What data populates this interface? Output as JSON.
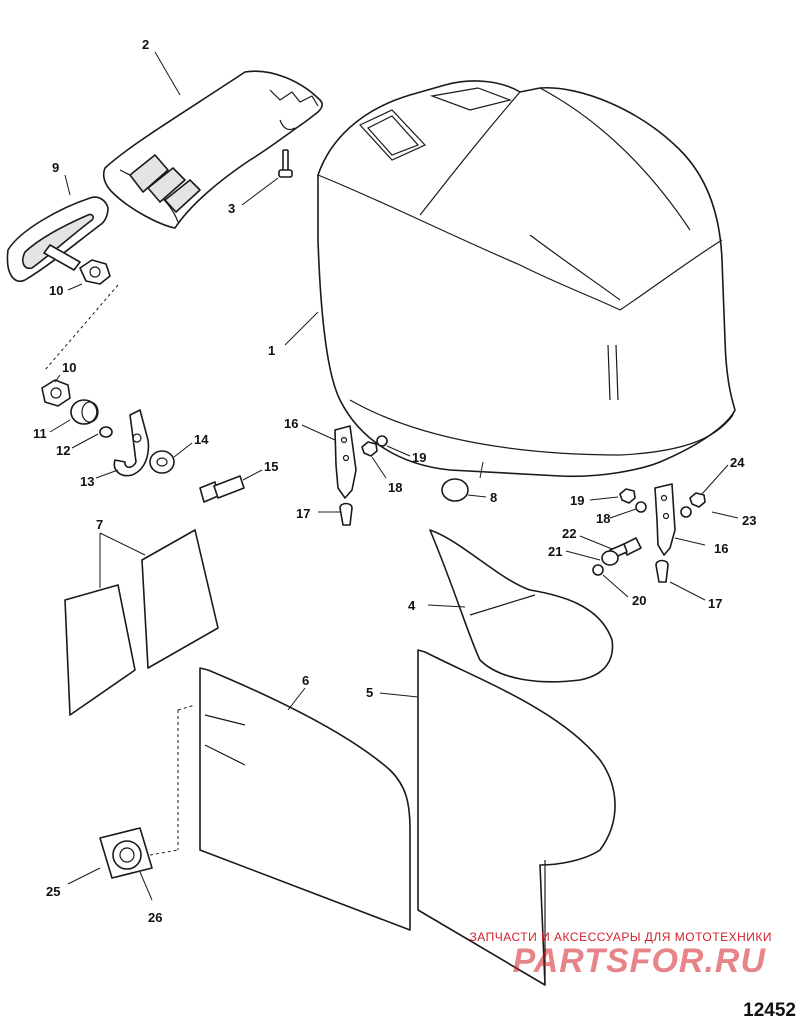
{
  "callouts": {
    "c1": "1",
    "c2": "2",
    "c3": "3",
    "c4": "4",
    "c5": "5",
    "c6": "6",
    "c7": "7",
    "c8": "8",
    "c9": "9",
    "c10a": "10",
    "c10b": "10",
    "c11": "11",
    "c12": "12",
    "c13": "13",
    "c14": "14",
    "c15": "15",
    "c16a": "16",
    "c16b": "16",
    "c17a": "17",
    "c17b": "17",
    "c18a": "18",
    "c18b": "18",
    "c19a": "19",
    "c19b": "19",
    "c20": "20",
    "c21": "21",
    "c22": "22",
    "c23": "23",
    "c24": "24",
    "c25": "25",
    "c26": "26"
  },
  "watermark": {
    "line1": "ЗАПЧАСТИ И АКСЕССУАРЫ ДЛЯ МОТОТЕХНИКИ",
    "logo": "PARTSFOR.RU",
    "color": "#d4202a"
  },
  "reference_number": "12452"
}
